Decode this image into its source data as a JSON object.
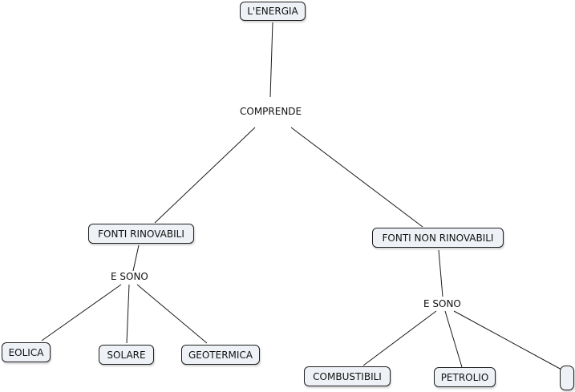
{
  "concept_map": {
    "root": "L'ENERGIA",
    "link_comprende": "COMPRENDE",
    "renewable": {
      "label": "FONTI RINOVABILI",
      "link": "E SONO",
      "children": [
        "EOLICA",
        "SOLARE",
        "GEOTERMICA"
      ]
    },
    "non_renewable": {
      "label": "FONTI NON RINOVABILI",
      "link": "E SONO",
      "children": [
        "COMBUSTIBILI",
        "PETROLIO",
        ""
      ]
    }
  }
}
